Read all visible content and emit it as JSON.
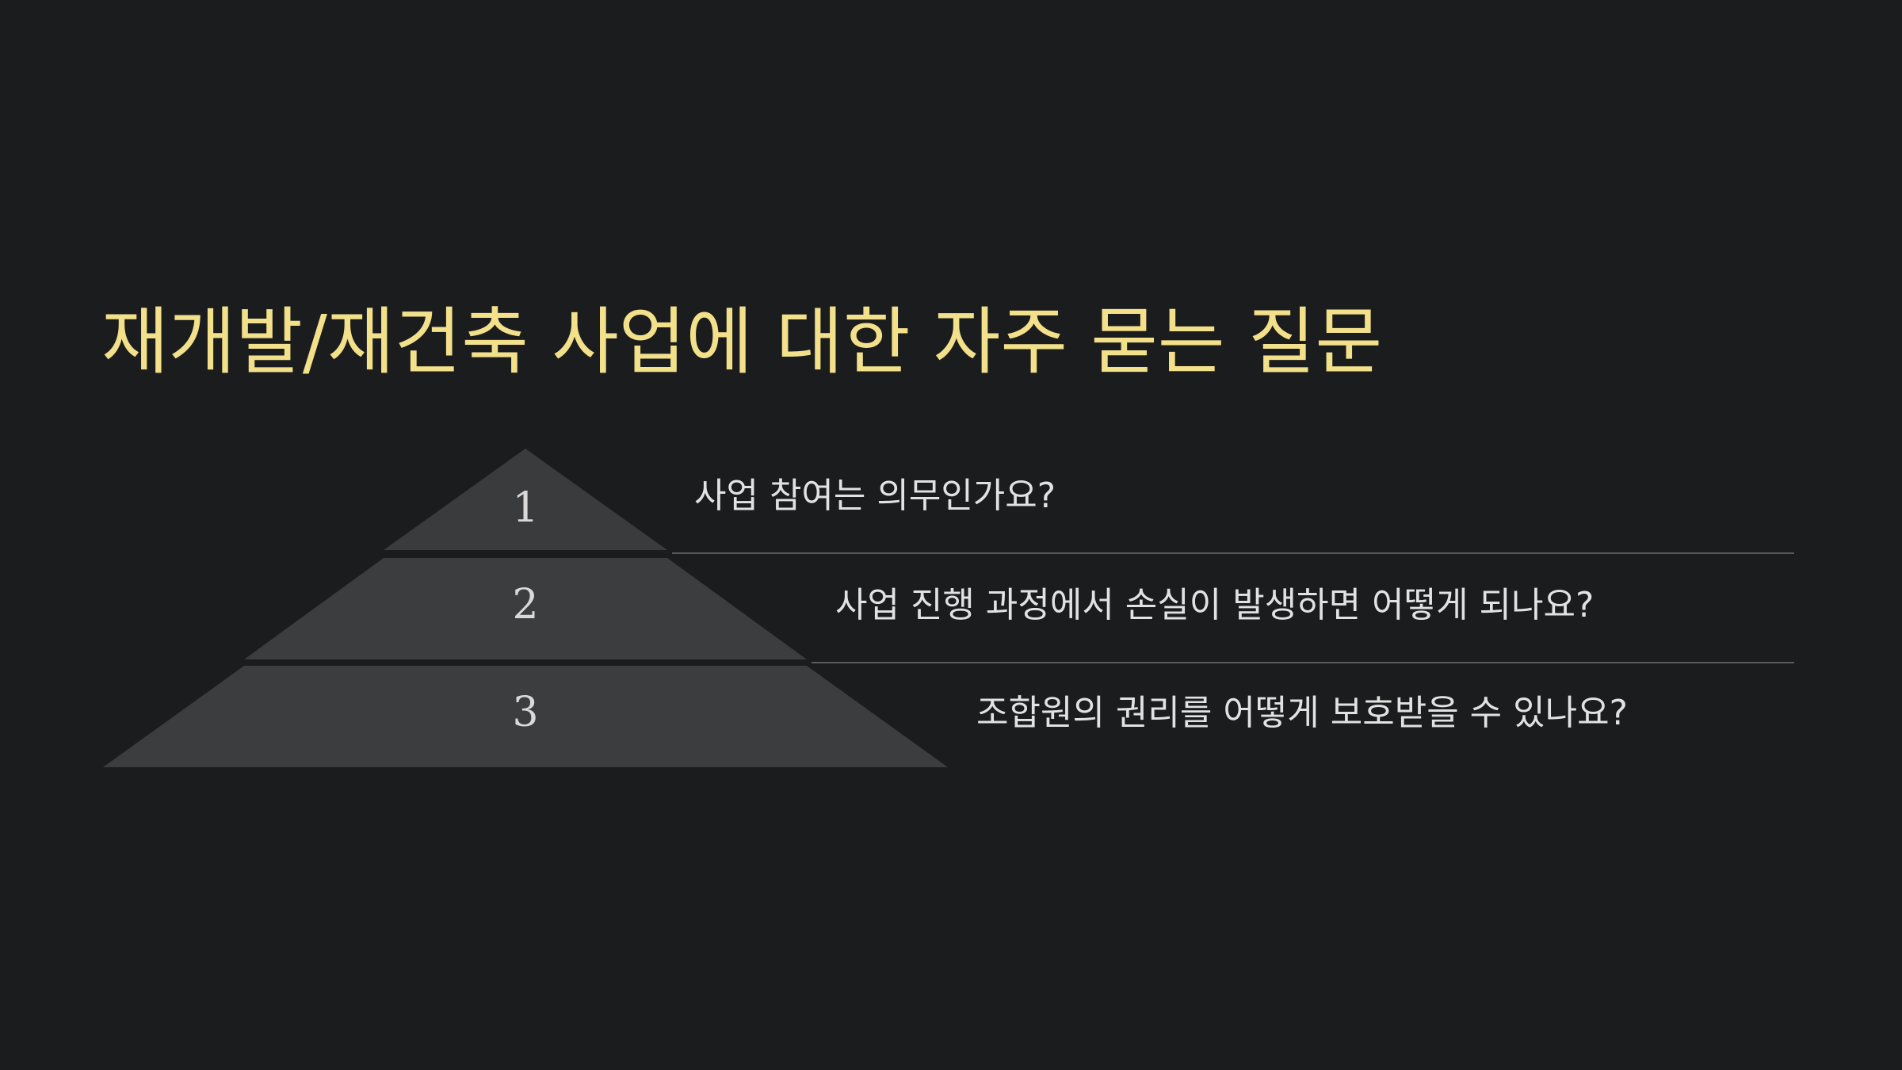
{
  "slide": {
    "title": "재개발/재건축 사업에 대한 자주 묻는 질문"
  },
  "pyramid": {
    "tiers": [
      {
        "number": "1",
        "question": "사업 참여는 의무인가요?"
      },
      {
        "number": "2",
        "question": "사업 진행 과정에서 손실이 발생하면 어떻게 되나요?"
      },
      {
        "number": "3",
        "question": "조합원의 권리를 어떻게 보호받을 수 있나요?"
      }
    ]
  },
  "colors": {
    "background": "#1b1c1e",
    "title": "#f3e08a",
    "tier_top": "#3a3b3d",
    "tier_fill": "#3c3d3f",
    "divider": "#5a5b5d",
    "text": "#e2e2e2"
  }
}
